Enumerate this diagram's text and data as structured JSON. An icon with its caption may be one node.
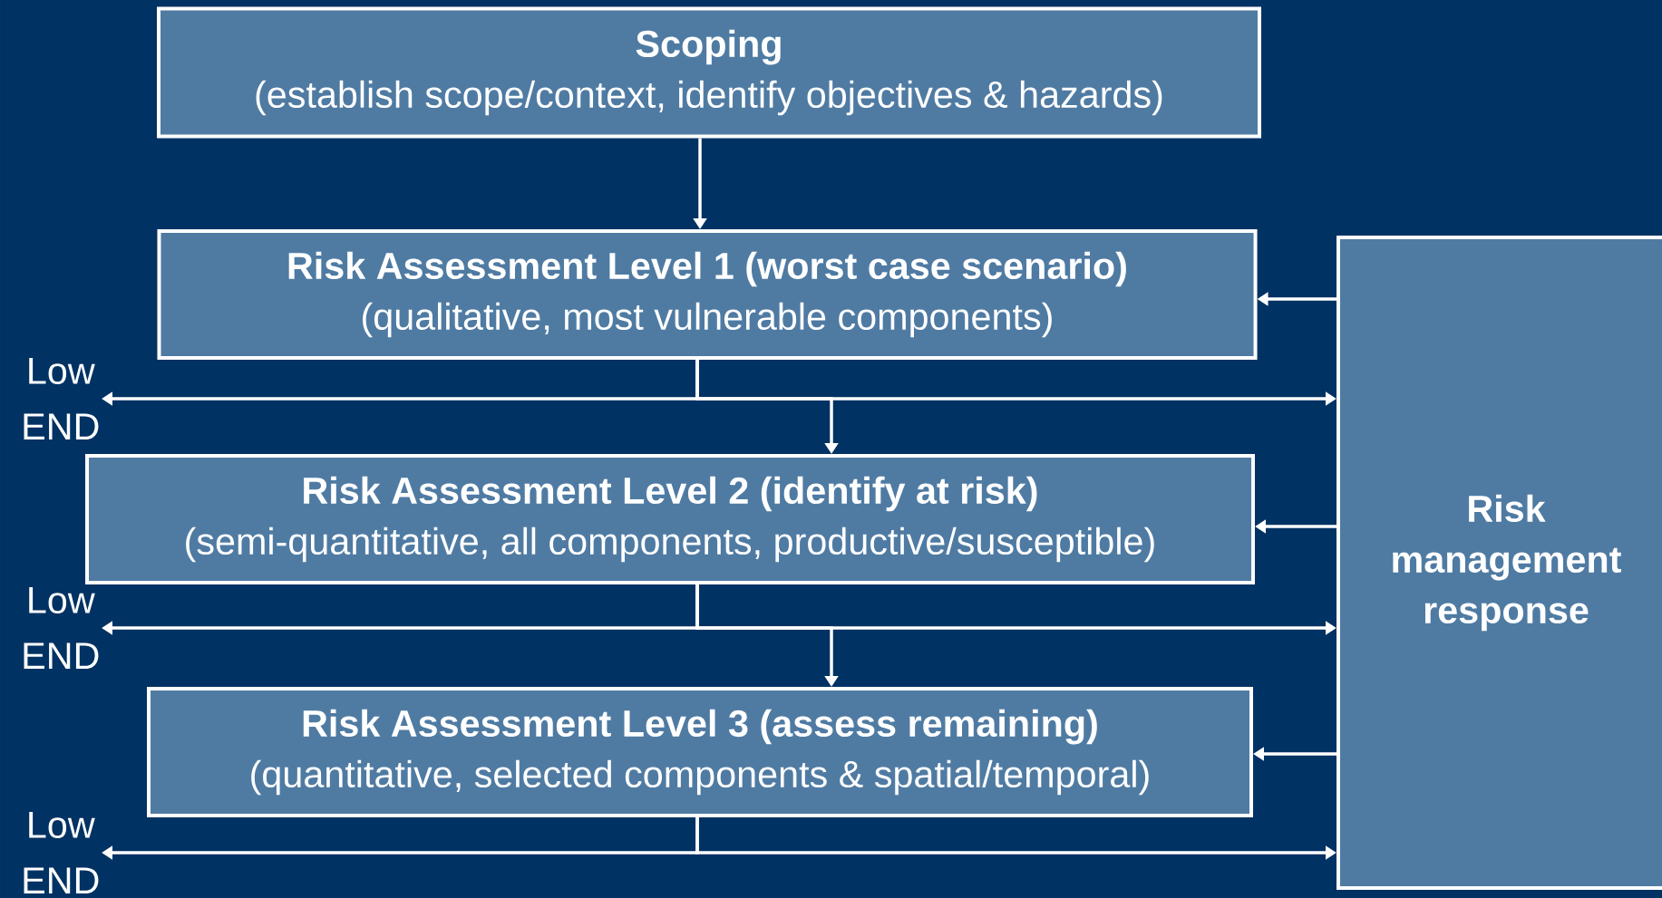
{
  "diagram": {
    "nodes": [
      {
        "text": [
          "Scoping",
          "(establish scope/context, identify objectives & hazards)"
        ]
      },
      {
        "text": [
          "Risk Assessment Level 1 (worst case scenario)",
          "(qualitative, most vulnerable components)"
        ]
      },
      {
        "text": [
          "Risk management response"
        ]
      },
      {
        "text": [
          "Low",
          "END"
        ]
      },
      {
        "text": [
          "Risk Assessment Level 2 (identify at risk)",
          "(semi-quantitative, all components, productive/susceptible)"
        ]
      },
      {
        "text": [
          "Low",
          "END"
        ]
      },
      {
        "text": [
          "Risk Assessment Level 3 (assess remaining)",
          "(quantitative, selected components & spatial/temporal)"
        ]
      },
      {
        "text": [
          "Low",
          "END"
        ]
      }
    ],
    "edges": [
      {
        "from": 0,
        "to": 1,
        "arrow": "to"
      },
      {
        "from": 2,
        "to": 1,
        "arrow": "to"
      },
      {
        "from": 1,
        "to": 3,
        "arrow": "to"
      },
      {
        "from": 1,
        "to": 2,
        "arrow": "to"
      },
      {
        "from": 1,
        "to": 4,
        "arrow": "to"
      },
      {
        "from": 2,
        "to": 4,
        "arrow": "to"
      },
      {
        "from": 4,
        "to": 5,
        "arrow": "to"
      },
      {
        "from": 4,
        "to": 2,
        "arrow": "to"
      },
      {
        "from": 4,
        "to": 6,
        "arrow": "to"
      },
      {
        "from": 2,
        "to": 6,
        "arrow": "to"
      },
      {
        "from": 6,
        "to": 7,
        "arrow": "to"
      },
      {
        "from": 6,
        "to": 2,
        "arrow": "to"
      }
    ]
  }
}
